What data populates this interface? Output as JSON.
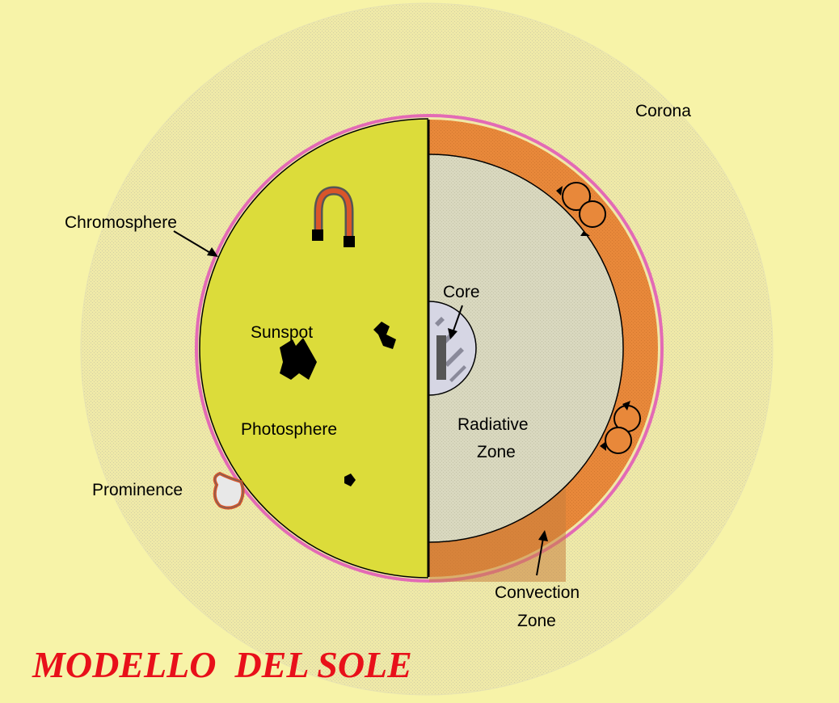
{
  "labels": {
    "corona": "Corona",
    "chromosphere": "Chromosphere",
    "core": "Core",
    "sunspot": "Sunspot",
    "photosphere": "Photosphere",
    "radiative_line1": "Radiative",
    "radiative_line2": "Zone",
    "prominence": "Prominence",
    "convection_line1": "Convection",
    "convection_line2": "Zone"
  },
  "title": "MODELLO  DEL SOLE",
  "colors": {
    "background": "#f7f3a8",
    "corona": "#efe9a8",
    "chromosphere": "#e36ab5",
    "photosphere": "#dcdc3a",
    "convection_zone": "#e8883a",
    "radiative_zone": "#d8d8be",
    "core": "#d6d6e4",
    "title": "#e8101a"
  }
}
